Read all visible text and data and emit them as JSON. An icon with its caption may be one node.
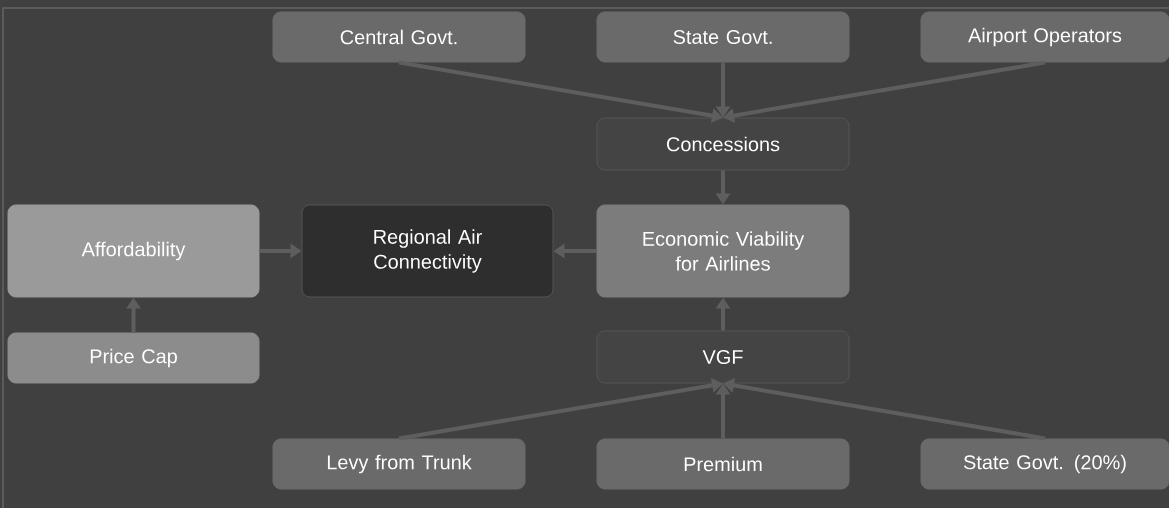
{
  "diagram": {
    "nodes": [
      {
        "text": [
          "Central Govt."
        ]
      },
      {
        "text": [
          "State Govt."
        ]
      },
      {
        "text": [
          "Airport Operators"
        ]
      },
      {
        "text": [
          "Concessions"
        ]
      },
      {
        "text": [
          "Affordability"
        ]
      },
      {
        "text": [
          "Regional Air Connectivity"
        ]
      },
      {
        "text": [
          "Economic Viability for Airlines"
        ]
      },
      {
        "text": [
          "Price Cap"
        ]
      },
      {
        "text": [
          "VGF"
        ]
      },
      {
        "text": [
          "Levy from Trunk"
        ]
      },
      {
        "text": [
          "Premium"
        ]
      },
      {
        "text": [
          "State Govt. (20%)"
        ]
      }
    ],
    "edges": [
      {
        "from": 0,
        "to": 3,
        "arrow": "to"
      },
      {
        "from": 1,
        "to": 3,
        "arrow": "to"
      },
      {
        "from": 2,
        "to": 3,
        "arrow": "to"
      },
      {
        "from": 3,
        "to": 6,
        "arrow": "to"
      },
      {
        "from": 4,
        "to": 5,
        "arrow": "to"
      },
      {
        "from": 6,
        "to": 5,
        "arrow": "to"
      },
      {
        "from": 7,
        "to": 4,
        "arrow": "to"
      },
      {
        "from": 8,
        "to": 6,
        "arrow": "to"
      },
      {
        "from": 9,
        "to": 8,
        "arrow": "to"
      },
      {
        "from": 10,
        "to": 8,
        "arrow": "to"
      },
      {
        "from": 11,
        "to": 8,
        "arrow": "to"
      }
    ]
  }
}
